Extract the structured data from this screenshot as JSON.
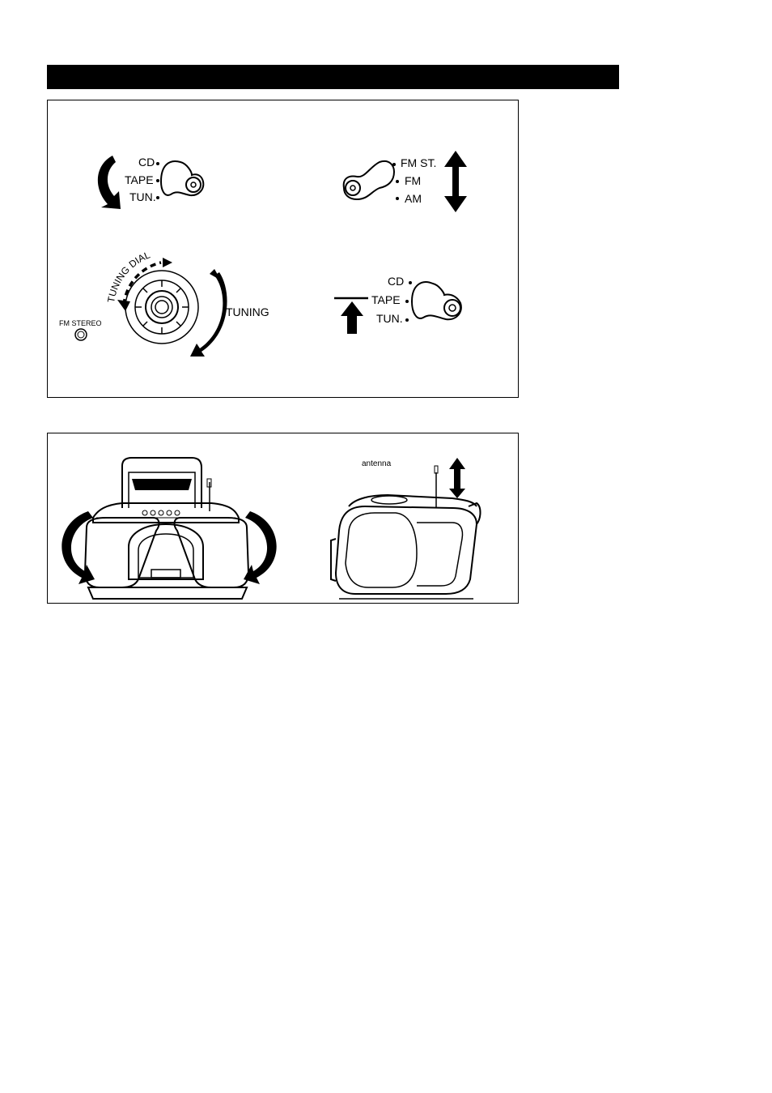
{
  "function_switch_1": {
    "labels": [
      "CD",
      "TAPE",
      "TUN."
    ]
  },
  "band_switch": {
    "labels": [
      "FM ST.",
      "FM",
      "AM"
    ]
  },
  "tuning": {
    "dial_label": "TUNING DIAL",
    "knob_label": "TUNING",
    "indicator_label": "FM STEREO"
  },
  "function_switch_2": {
    "labels": [
      "CD",
      "TAPE",
      "TUN."
    ]
  },
  "boombox": {
    "antenna_label": "antenna"
  }
}
